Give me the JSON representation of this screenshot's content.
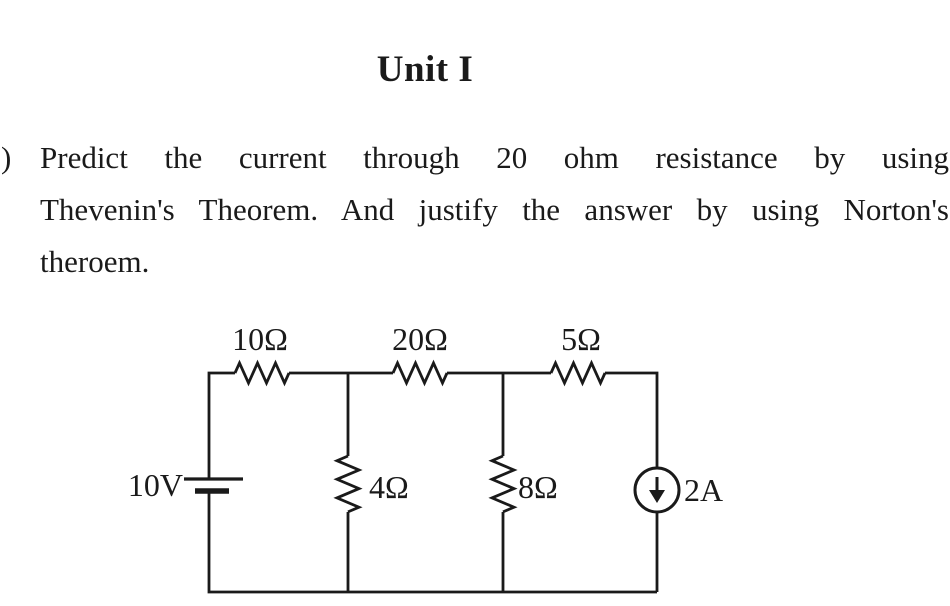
{
  "document": {
    "title": "Unit I",
    "question_marker": ")",
    "question_lines": [
      "Predict the current through 20 ohm resistance by using",
      "Thevenin's Theorem. And justify the answer by using Norton's",
      "theroem."
    ]
  },
  "circuit": {
    "series_resistor_1_label": "10Ω",
    "series_resistor_2_label": "20Ω",
    "series_resistor_3_label": "5Ω",
    "shunt_resistor_1_label": "4Ω",
    "shunt_resistor_2_label": "8Ω",
    "voltage_source_label": "10V",
    "current_source_label": "2A",
    "current_source_arrow": "down-arrow",
    "ink_color": "#1a1a1a",
    "background_color": "#ffffff"
  }
}
